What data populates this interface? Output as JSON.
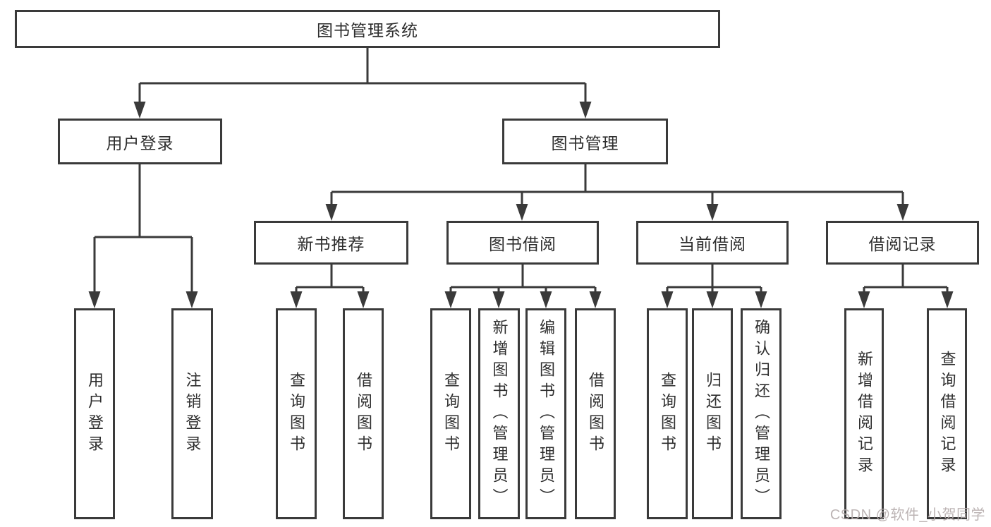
{
  "diagram_title": "图书管理系统",
  "nodes": {
    "root": "图书管理系统",
    "user_login": "用户登录",
    "book_mgmt": "图书管理",
    "new_book_rec": "新书推荐",
    "book_borrow": "图书借阅",
    "current_borrow": "当前借阅",
    "borrow_record": "借阅记录",
    "leaf_user_login": "用户登录",
    "leaf_logout": "注销登录",
    "rec_query_book": "查询图书",
    "rec_borrow_book": "借阅图书",
    "bb_query_book": "查询图书",
    "bb_add_book_admin": "新增图书（管理员）",
    "bb_edit_book_admin": "编辑图书（管理员）",
    "bb_borrow_book": "借阅图书",
    "cb_query_book": "查询图书",
    "cb_return_book": "归还图书",
    "cb_confirm_return_admin": "确认归还（管理员）",
    "br_add_record": "新增借阅记录",
    "br_query_record": "查询借阅记录"
  },
  "watermark": "CSDN @软件_小贺同学",
  "colors": {
    "line": "#3a3a3a",
    "box_border": "#3a3a3a",
    "text": "#2e2e2e",
    "watermark": "#b7aeae",
    "background": "#ffffff"
  }
}
